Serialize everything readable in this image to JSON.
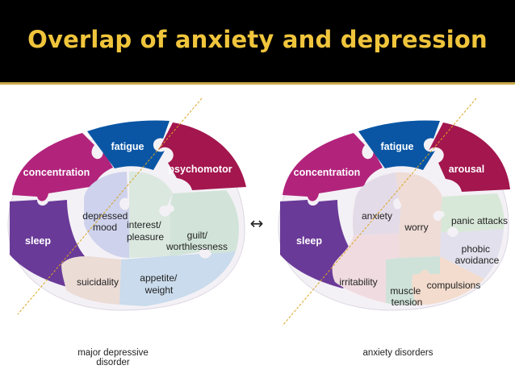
{
  "slide": {
    "title": "Overlap of anxiety and depression",
    "arrow": "↔"
  },
  "colors": {
    "title_bg": "#000000",
    "title_text": "#f0c53c",
    "magenta": "#b2237c",
    "blue": "#0a56a5",
    "crimson": "#a3164e",
    "purple": "#6a3a98",
    "guide_line": "#d9a520"
  },
  "left_diagram": {
    "outer": {
      "concentration": "concentration",
      "fatigue": "fatigue",
      "psychomotor": "psychomotor",
      "sleep": "sleep"
    },
    "inner": {
      "depressed_mood": [
        "depressed",
        "mood"
      ],
      "interest": [
        "interest/",
        "pleasure"
      ],
      "guilt": [
        "guilt/",
        "worthlessness"
      ],
      "appetite": [
        "appetite/",
        "weight"
      ],
      "suicidality": "suicidality"
    },
    "caption": [
      "major depressive",
      "disorder"
    ]
  },
  "right_diagram": {
    "outer": {
      "concentration": "concentration",
      "fatigue": "fatigue",
      "arousal": "arousal",
      "sleep": "sleep"
    },
    "inner": {
      "anxiety": "anxiety",
      "worry": "worry",
      "panic_attacks": "panic attacks",
      "phobic": [
        "phobic",
        "avoidance"
      ],
      "compulsions": "compulsions",
      "muscle": [
        "muscle",
        "tension"
      ],
      "irritability": "irritability"
    },
    "caption": [
      "anxiety disorders"
    ]
  }
}
